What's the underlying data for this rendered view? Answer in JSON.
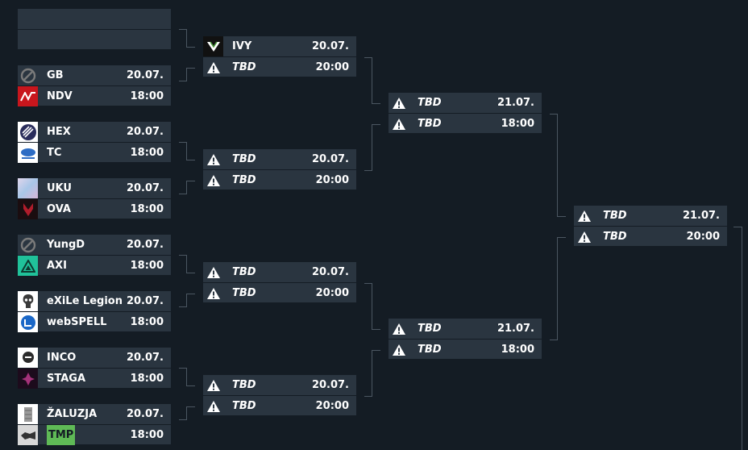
{
  "rounds": [
    {
      "matches": [
        {
          "teams": [
            {
              "name": "",
              "logo": "none"
            },
            {
              "name": "",
              "logo": "none"
            }
          ],
          "date": "",
          "time": ""
        },
        {
          "teams": [
            {
              "name": "GB",
              "logo": "blocked-icon"
            },
            {
              "name": "NDV",
              "logo": "ndv-logo"
            }
          ],
          "date": "20.07.",
          "time": "18:00"
        },
        {
          "teams": [
            {
              "name": "HEX",
              "logo": "hex-logo"
            },
            {
              "name": "TC",
              "logo": "tc-logo"
            }
          ],
          "date": "20.07.",
          "time": "18:00"
        },
        {
          "teams": [
            {
              "name": "UKU",
              "logo": "uku-logo"
            },
            {
              "name": "OVA",
              "logo": "ova-logo"
            }
          ],
          "date": "20.07.",
          "time": "18:00"
        },
        {
          "teams": [
            {
              "name": "YungD",
              "logo": "blocked-icon"
            },
            {
              "name": "AXI",
              "logo": "axi-logo"
            }
          ],
          "date": "20.07.",
          "time": "18:00"
        },
        {
          "teams": [
            {
              "name": "eXiLe Legion",
              "logo": "exile-logo"
            },
            {
              "name": "webSPELL",
              "logo": "webspell-logo"
            }
          ],
          "date": "20.07.",
          "time": "18:00"
        },
        {
          "teams": [
            {
              "name": "INCO",
              "logo": "inco-logo"
            },
            {
              "name": "STAGA",
              "logo": "staga-logo"
            }
          ],
          "date": "20.07.",
          "time": "18:00"
        },
        {
          "teams": [
            {
              "name": "ŽALUZJA",
              "logo": "zaluzja-logo"
            },
            {
              "name": "TMP",
              "logo": "tmp-logo"
            }
          ],
          "date": "20.07.",
          "time": "18:00"
        }
      ]
    },
    {
      "matches": [
        {
          "teams": [
            {
              "name": "IVY",
              "logo": "ivy-logo"
            },
            {
              "name": "TBD",
              "logo": "warning-icon"
            }
          ],
          "date": "20.07.",
          "time": "20:00"
        },
        {
          "teams": [
            {
              "name": "TBD",
              "logo": "warning-icon"
            },
            {
              "name": "TBD",
              "logo": "warning-icon"
            }
          ],
          "date": "20.07.",
          "time": "20:00"
        },
        {
          "teams": [
            {
              "name": "TBD",
              "logo": "warning-icon"
            },
            {
              "name": "TBD",
              "logo": "warning-icon"
            }
          ],
          "date": "20.07.",
          "time": "20:00"
        },
        {
          "teams": [
            {
              "name": "TBD",
              "logo": "warning-icon"
            },
            {
              "name": "TBD",
              "logo": "warning-icon"
            }
          ],
          "date": "20.07.",
          "time": "20:00"
        }
      ]
    },
    {
      "matches": [
        {
          "teams": [
            {
              "name": "TBD",
              "logo": "warning-icon"
            },
            {
              "name": "TBD",
              "logo": "warning-icon"
            }
          ],
          "date": "21.07.",
          "time": "18:00"
        },
        {
          "teams": [
            {
              "name": "TBD",
              "logo": "warning-icon"
            },
            {
              "name": "TBD",
              "logo": "warning-icon"
            }
          ],
          "date": "21.07.",
          "time": "18:00"
        }
      ]
    },
    {
      "matches": [
        {
          "teams": [
            {
              "name": "TBD",
              "logo": "warning-icon"
            },
            {
              "name": "TBD",
              "logo": "warning-icon"
            }
          ],
          "date": "21.07.",
          "time": "20:00"
        }
      ]
    }
  ],
  "colors": {
    "background": "#141c24",
    "row": "#2a3540",
    "connector": "#4b5661",
    "text": "#ffffff",
    "highlight": "#5fba56"
  }
}
